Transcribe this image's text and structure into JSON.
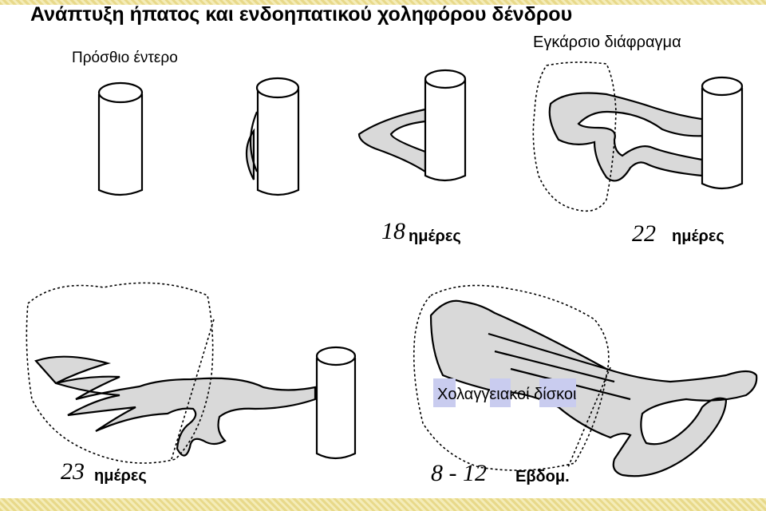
{
  "title": "Ανάπτυξη ήπατος και ενδοηπατικού χοληφόρου δένδρου",
  "labels": {
    "foregut": "Πρόσθιο έντερο",
    "septum": "Εγκάρσιο διάφραγμα",
    "ductal_plates": "Χολαγγειακοί δίσκοι"
  },
  "stages": [
    {
      "number": "18",
      "unit": "ημέρες"
    },
    {
      "number": "22",
      "unit": "ημέρες"
    },
    {
      "number": "23",
      "unit": "ημέρες"
    },
    {
      "number": "8 - 12",
      "unit": "Εβδομ."
    }
  ],
  "colors": {
    "liver_fill": "#d9d9d9",
    "outline": "#000000",
    "plate_highlight": "#c9ccef",
    "band": "#e8d98a"
  }
}
